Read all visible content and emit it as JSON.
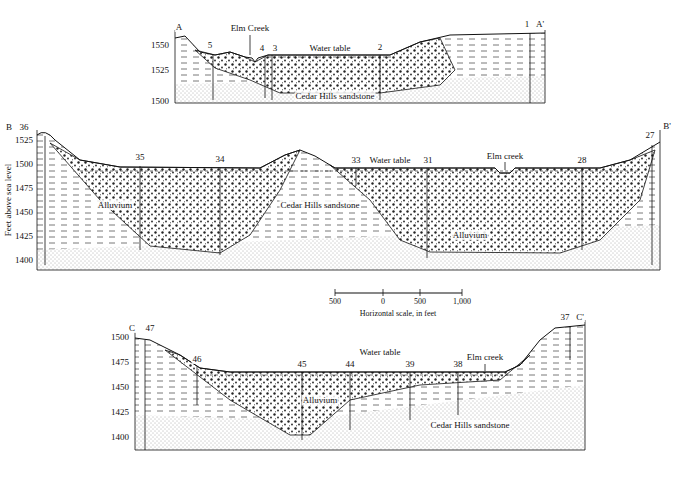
{
  "diagram": {
    "labels": [
      "A",
      "1550",
      "1525",
      "1500",
      "5",
      "Elm Creek",
      "4",
      "3",
      "Water table",
      "2",
      "1",
      "A'",
      "Cedar Hills sandstone",
      "B",
      "36",
      "1525",
      "1500",
      "1475",
      "1450",
      "1425",
      "1400",
      "Feet above sea level",
      "35",
      "Alluvium",
      "34",
      "Cedar Hills sandstone",
      "33",
      "Water table",
      "31",
      "Elm creek",
      "Alluvium",
      "28",
      "27",
      "B'",
      "500",
      "0",
      "500",
      "1,000",
      "Horizontal scale, in feet",
      "C",
      "47",
      "1500",
      "1475",
      "1450",
      "1425",
      "1400",
      "46",
      "45",
      "44",
      "Water table",
      "39",
      "38",
      "Elm creek",
      "37",
      "C'",
      "Alluvium",
      "Cedar Hills sandstone"
    ]
  }
}
